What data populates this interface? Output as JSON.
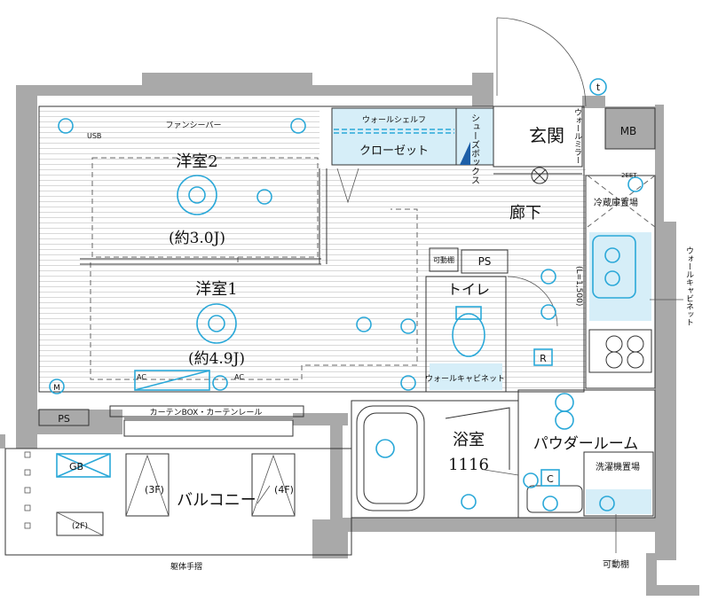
{
  "rooms": {
    "western2_name": "洋室2",
    "western2_size": "(約3.0J)",
    "western1_name": "洋室1",
    "western1_size": "(約4.9J)",
    "entrance": "玄関",
    "hallway": "廊下",
    "toilet": "トイレ",
    "bathroom_name": "浴室",
    "bathroom_size": "1116",
    "powder_room": "パウダールーム",
    "balcony": "バルコニー",
    "closet": "クローゼット"
  },
  "labels": {
    "fan_shaper": "ファンシーバー",
    "walk_shelf": "ウォールシェルフ",
    "shoes_box": "シューズボックス",
    "wall_mirror": "ウォールミラー",
    "mb": "MB",
    "fridge_space": "冷蔵庫置場",
    "movable_shelf_top": "可動棚",
    "ps_hall": "PS",
    "ps_left": "PS",
    "curtain_box": "カーテンBOX・カーテンレール",
    "wall_cabinet_toilet": "ウォールキャビネット",
    "wall_cabinet_right": "ウォールキャビネット",
    "washer_space": "洗濯機置場",
    "movable_shelf_bottom": "可動棚",
    "kitchen_length": "(L=1,500)",
    "balcony_3f": "(3F)",
    "balcony_4f": "(4F)",
    "balcony_2f": "(2F)",
    "handrail": "躯体手摺",
    "usb": "USB",
    "ac1": "AC",
    "ac2": "AC",
    "gb": "GB",
    "eet": "2EET",
    "m": "M",
    "t": "t",
    "r": "R",
    "c": "C"
  },
  "colors": {
    "wall": "#a9a9a9",
    "equipment_blue": "#2aa8d8",
    "closet_fill": "#d6eef8"
  }
}
